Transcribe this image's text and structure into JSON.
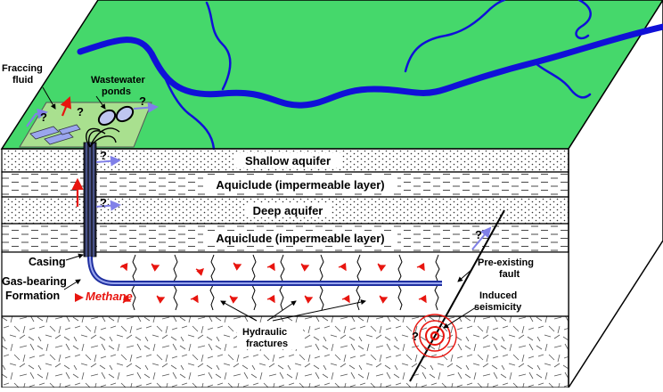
{
  "labels": {
    "fraccing_fluid": [
      "Fraccing",
      "fluid"
    ],
    "wastewater_ponds": [
      "Wastewater",
      "ponds"
    ],
    "shallow_aquifer": "Shallow aquifer",
    "aquiclude_upper": "Aquiclude (impermeable layer)",
    "deep_aquifer": "Deep aquifer",
    "aquiclude_lower": "Aquiclude (impermeable layer)",
    "casing": "Casing",
    "gas_bearing_formation": [
      "Gas-bearing",
      "Formation"
    ],
    "methane": "Methane",
    "pre_existing_fault": [
      "Pre-existing",
      "fault"
    ],
    "induced_seismicity": [
      "Induced",
      "seismicity"
    ],
    "hydraulic_fractures": [
      "Hydraulic",
      "fractures"
    ],
    "question_mark": "?"
  },
  "colors": {
    "surface_green": "#45d86b",
    "river_blue": "#1010d8",
    "pad_green": "#a9e08f",
    "arrow_blue": "#8080e8",
    "arrow_red": "#e8150f",
    "fracture_red": "#e8150f",
    "pipe_blue": "#1f2fa0"
  }
}
